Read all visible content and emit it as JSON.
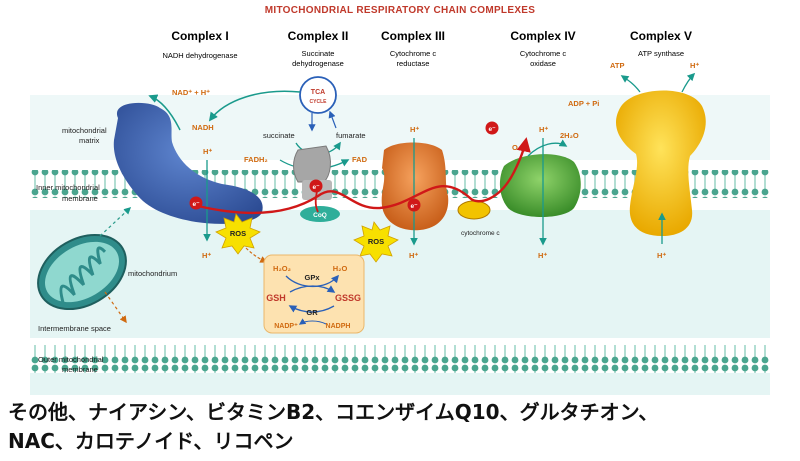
{
  "title": "Mitochondrial respiratory chain complexes",
  "complexes": [
    {
      "name": "Complex I",
      "sub1": "NADH dehydrogenase",
      "sub2": ""
    },
    {
      "name": "Complex II",
      "sub1": "Succinate",
      "sub2": "dehydrogenase"
    },
    {
      "name": "Complex III",
      "sub1": "Cytochrome c",
      "sub2": "reductase"
    },
    {
      "name": "Complex IV",
      "sub1": "Cytochrome c",
      "sub2": "oxidase"
    },
    {
      "name": "Complex V",
      "sub1": "ATP synthase",
      "sub2": ""
    }
  ],
  "regions": {
    "matrix_1": "mitochondrial",
    "matrix_2": "matrix",
    "inner_1": "Inner mitochondrial",
    "inner_2": "membrane",
    "mitochondrion": "mitochondrium",
    "intermembrane": "Intermembrane space",
    "outer_1": "Outer mitochondrial",
    "outer_2": "membrane"
  },
  "molecules": {
    "nad": "NAD⁺ + H⁺",
    "nadh": "NADH",
    "h_plus": "H⁺",
    "tca": "TCA",
    "cycle": "CYCLE",
    "succinate": "succinate",
    "fumarate": "fumarate",
    "fadh2": "FADH₂",
    "fad": "FAD",
    "coq": "CoQ",
    "electron": "e⁻",
    "o2": "O₂",
    "h2o": "2H₂O",
    "adp": "ADP + Pi",
    "atp": "ATP",
    "cytc": "cytochrome c",
    "ros": "ROS"
  },
  "antioxidant": {
    "h2o2": "H₂O₂",
    "h2o": "H₂O",
    "gpx": "GPx",
    "gsh": "GSH",
    "gssg": "GSSG",
    "gr": "GR",
    "nadp": "NADP⁺",
    "nadph": "NADPH"
  },
  "caption_line1": "その他、ナイアシン、ビタミンB2、コエンザイムQ10、グルタチオン、",
  "caption_line2": "NAC、カロテノイド、リコペン",
  "colors": {
    "complex1": "#3a5fae",
    "complex2": "#9a9a9a",
    "complex3": "#e07a30",
    "complex4": "#4fa83a",
    "complex5": "#f2bf10",
    "membrane": "#7ec8b8",
    "electron": "#d01818",
    "arrow": "#1a9a8c",
    "title": "#c0392b"
  }
}
